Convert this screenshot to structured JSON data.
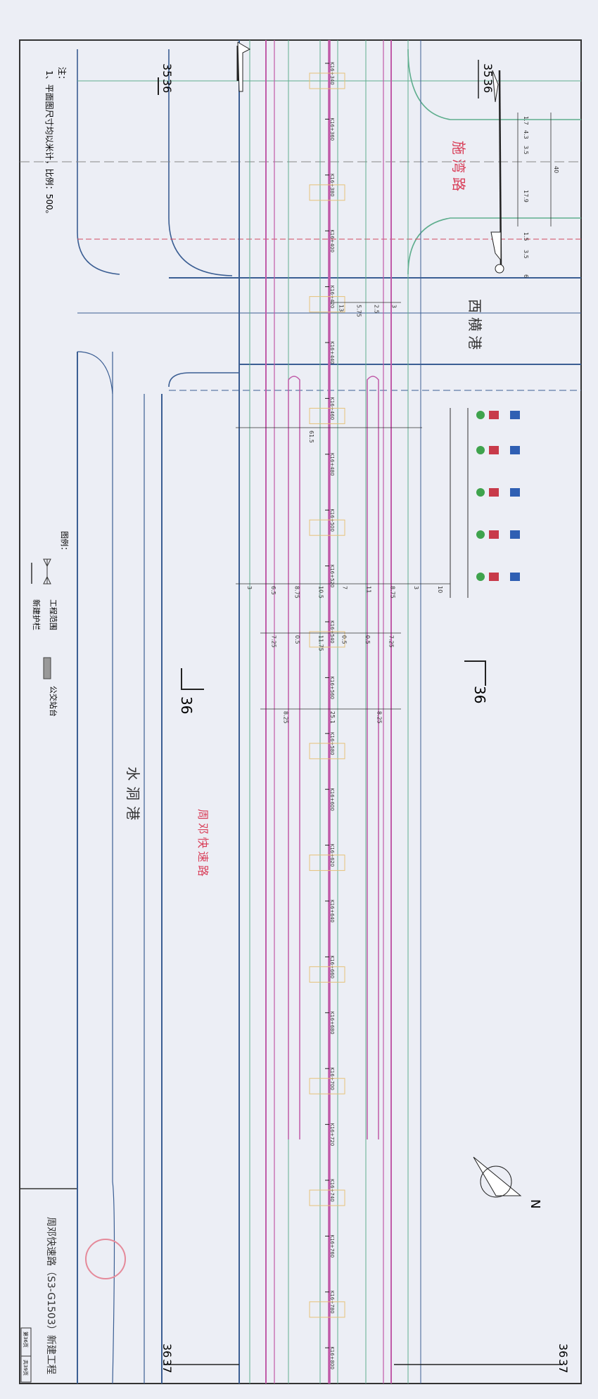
{
  "colors": {
    "paper": "#eceef5",
    "frame": "#333333",
    "road_edge": "#3b5e93",
    "centerline": "#c05aa8",
    "green_line": "#5fae8e",
    "red_line": "#d24a5e",
    "label_red": "#d9405a",
    "bus_stop": "#e6c27a"
  },
  "notes": {
    "heading": "注：",
    "item1": "1、平面图尺寸均以米计，比例：500。"
  },
  "legend": {
    "heading": "图例：",
    "items": [
      {
        "icon": "project-boundary-icon",
        "label": "工程范围"
      },
      {
        "icon": "guardrail-icon",
        "label": "新建护栏"
      },
      {
        "icon": "bus-stop-icon",
        "label": "公交站台"
      }
    ]
  },
  "roads": {
    "shiwan": "施湾路",
    "xiheng": "西横港",
    "shuidong": "水洞港",
    "zhoudeng": "周邓快速路"
  },
  "section_marks": {
    "top_left": "35",
    "top_right": "36",
    "top_left2": "35",
    "top_right2": "36",
    "mid_left": "36",
    "mid_right": "36",
    "bottom_left": "36",
    "bottom_right": "37",
    "bottom_left2": "36",
    "bottom_right2": "37"
  },
  "stations": [
    "K16+340",
    "K16+360",
    "K16+380",
    "K16+400",
    "K16+420",
    "K16+440",
    "K16+460",
    "K16+480",
    "K16+500",
    "K16+520",
    "K16+540",
    "K16+560",
    "K16+580",
    "K16+600",
    "K16+620",
    "K16+640",
    "K16+660",
    "K16+680",
    "K16+700",
    "K16+720",
    "K16+740",
    "K16+760",
    "K16+780",
    "K16+800"
  ],
  "dims_shiwan": [
    "1.7",
    "4.3",
    "3.5",
    "17.9",
    "1.5",
    "3.5",
    "6",
    "40"
  ],
  "dims_row1": [
    "3",
    "6.5",
    "8.75",
    "10.5",
    "7",
    "11",
    "8.75",
    "3",
    "10"
  ],
  "dims_row2": [
    "7.25",
    "0.5",
    "11.75",
    "0.5",
    "0.5",
    "7.25"
  ],
  "dims_row3": [
    "8.25",
    "25.1",
    "8.25"
  ],
  "dim_total": "61.5",
  "dims_top": [
    "13",
    "5.75",
    "2.5",
    "3"
  ],
  "north": "N",
  "title": "周邓快速路（S3-G1503）新建工程",
  "page": {
    "current": "第36页",
    "total": "共39页"
  }
}
